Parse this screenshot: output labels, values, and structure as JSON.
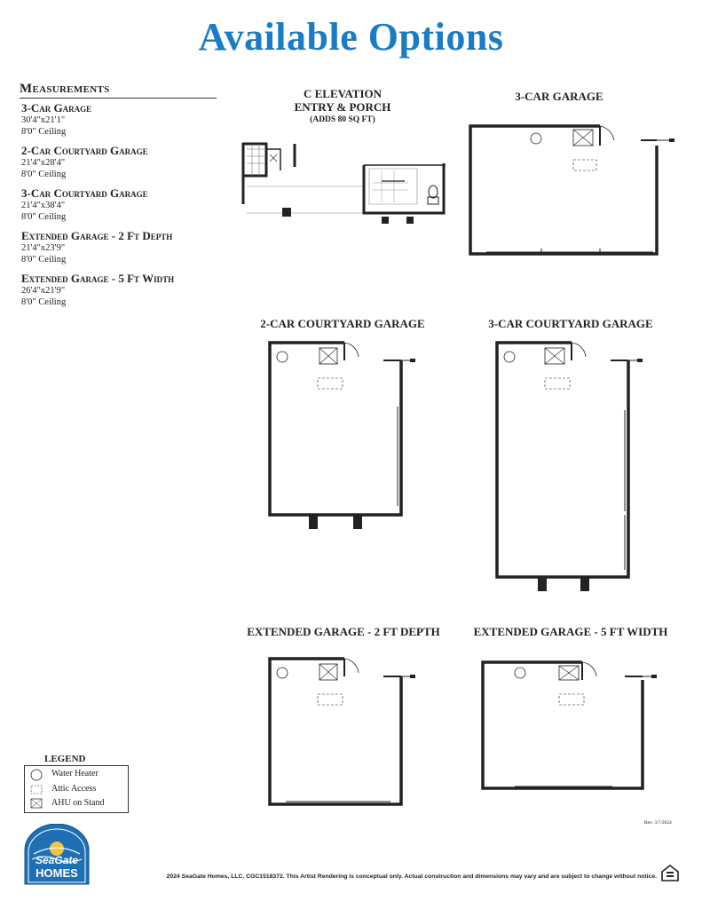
{
  "title": "Available Options",
  "measurements": {
    "heading": "Measurements",
    "items": [
      {
        "name": "3-Car Garage",
        "dims": "30'4\"x21'1\"",
        "ceiling": "8'0\" Ceiling"
      },
      {
        "name": "2-Car Courtyard Garage",
        "dims": "21'4\"x28'4\"",
        "ceiling": "8'0\" Ceiling"
      },
      {
        "name": "3-Car Courtyard Garage",
        "dims": "21'4\"x38'4\"",
        "ceiling": "8'0\" Ceiling"
      },
      {
        "name": "Extended Garage - 2 Ft Depth",
        "dims": "21'4\"x23'9\"",
        "ceiling": "8'0\" Ceiling"
      },
      {
        "name": "Extended Garage - 5 Ft Width",
        "dims": "26'4\"x21'9\"",
        "ceiling": "8'0\" Ceiling"
      }
    ]
  },
  "plans": {
    "c_elevation": {
      "line1": "C ELEVATION",
      "line2": "ENTRY & PORCH",
      "line3": "(ADDS 80 SQ FT)"
    },
    "three_car": "3-CAR GARAGE",
    "two_car_courtyard": "2-CAR COURTYARD GARAGE",
    "three_car_courtyard": "3-CAR COURTYARD GARAGE",
    "extended_depth": "EXTENDED GARAGE - 2 FT DEPTH",
    "extended_width": "EXTENDED GARAGE - 5 FT WIDTH"
  },
  "legend": {
    "title": "LEGEND",
    "items": [
      "Water Heater",
      "Attic Access",
      "AHU on Stand"
    ]
  },
  "revision": "Rev. 3/7/2024",
  "footer": "2024 SeaGate Homes, LLC. CGC1518372.  This Artist Rendering is conceptual only. Actual construction and dimensions may vary and are subject to change without notice.",
  "logo": {
    "line1": "SeaGate",
    "line2": "HOMES"
  },
  "colors": {
    "title_blue": "#1a7cc4",
    "logo_blue": "#1f6fb5"
  }
}
